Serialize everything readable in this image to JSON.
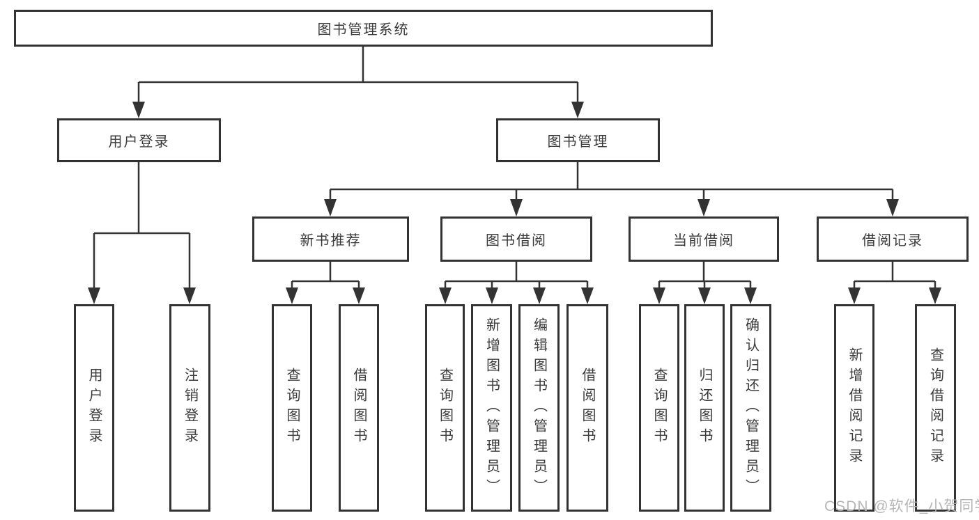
{
  "tree": {
    "label": "图书管理系统",
    "children": [
      {
        "label": "用户登录",
        "children": [
          {
            "label": "用户登录"
          },
          {
            "label": "注销登录"
          }
        ]
      },
      {
        "label": "图书管理",
        "children": [
          {
            "label": "新书推荐",
            "children": [
              {
                "label": "查询图书"
              },
              {
                "label": "借阅图书"
              }
            ]
          },
          {
            "label": "图书借阅",
            "children": [
              {
                "label": "查询图书"
              },
              {
                "label": "新增图书（管理员）"
              },
              {
                "label": "编辑图书（管理员）"
              },
              {
                "label": "借阅图书"
              }
            ]
          },
          {
            "label": "当前借阅",
            "children": [
              {
                "label": "查询图书"
              },
              {
                "label": "归还图书"
              },
              {
                "label": "确认归还（管理员）"
              }
            ]
          },
          {
            "label": "借阅记录",
            "children": [
              {
                "label": "新增借阅记录"
              },
              {
                "label": "查询借阅记录"
              }
            ]
          }
        ]
      }
    ]
  },
  "watermark": {
    "text": "CSDN @软件_小贺同学"
  },
  "colors": {
    "line": "#333333",
    "box_fill": "#ffffff",
    "text": "#3a3a3a",
    "watermark": "#b3b3b3"
  }
}
